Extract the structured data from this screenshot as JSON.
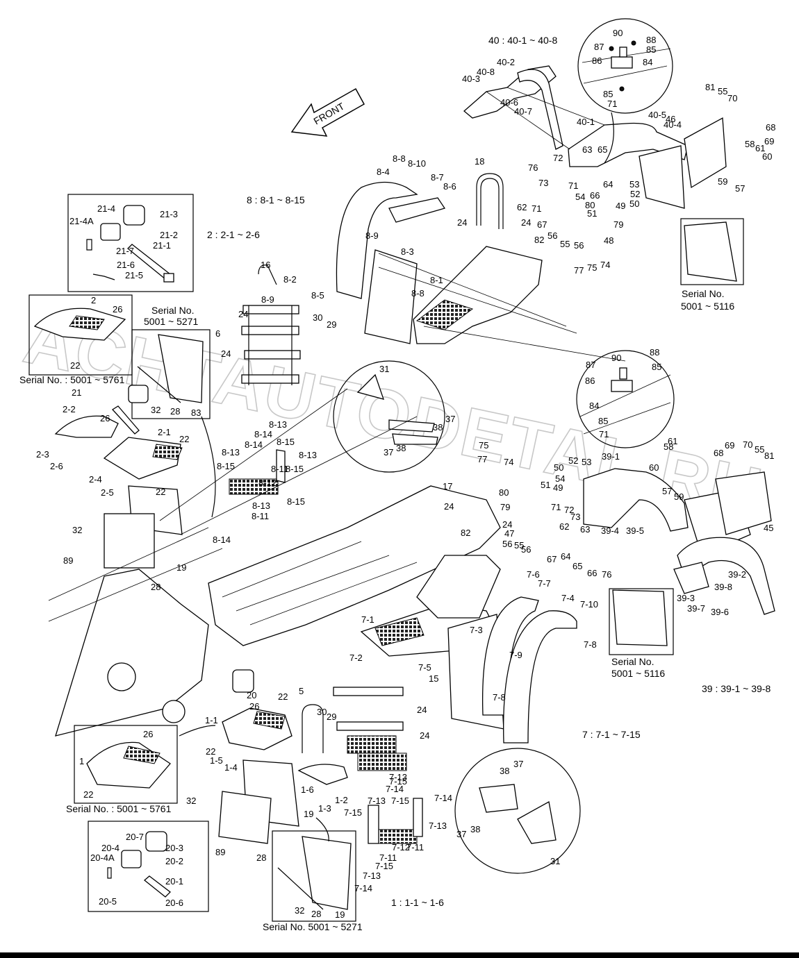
{
  "header": {
    "group_40": "40 : 40-1 ~ 40-8",
    "group_8": "8 : 8-1 ~ 8-15",
    "group_2": "2 : 2-1 ~ 2-6",
    "group_39": "39 : 39-1 ~ 39-8",
    "group_7": "7 : 7-1 ~ 7-15",
    "group_1": "1 : 1-1 ~ 1-6",
    "direction": "FRONT"
  },
  "notes": {
    "serial_a": "Serial No.",
    "serial_a_range": "5001 ~ 5271",
    "serial_b": "Serial No. : 5001 ~ 5761",
    "serial_c": "Serial No.",
    "serial_c_range": "5001 ~ 5116",
    "serial_d": "Serial No.",
    "serial_d_range": "5001 ~ 5116",
    "serial_e": "Serial No. : 5001 ~ 5761",
    "serial_f": "Serial No. 5001 ~ 5271"
  },
  "watermark": "ACHTAUTODETAL.RU",
  "callouts": [
    {
      "t": "90"
    },
    {
      "t": "88"
    },
    {
      "t": "87"
    },
    {
      "t": "85"
    },
    {
      "t": "86"
    },
    {
      "t": "84"
    },
    {
      "t": "85"
    },
    {
      "t": "71"
    },
    {
      "t": "40-2"
    },
    {
      "t": "40-8"
    },
    {
      "t": "40-3"
    },
    {
      "t": "40-6"
    },
    {
      "t": "40-7"
    },
    {
      "t": "40-1"
    },
    {
      "t": "40-5"
    },
    {
      "t": "40-4"
    },
    {
      "t": "81"
    },
    {
      "t": "55"
    },
    {
      "t": "70"
    },
    {
      "t": "46"
    },
    {
      "t": "68"
    },
    {
      "t": "58"
    },
    {
      "t": "69"
    },
    {
      "t": "61"
    },
    {
      "t": "60"
    },
    {
      "t": "59"
    },
    {
      "t": "57"
    },
    {
      "t": "63"
    },
    {
      "t": "65"
    },
    {
      "t": "66"
    },
    {
      "t": "76"
    },
    {
      "t": "72"
    },
    {
      "t": "73"
    },
    {
      "t": "71"
    },
    {
      "t": "64"
    },
    {
      "t": "53"
    },
    {
      "t": "52"
    },
    {
      "t": "49"
    },
    {
      "t": "50"
    },
    {
      "t": "62"
    },
    {
      "t": "71"
    },
    {
      "t": "54"
    },
    {
      "t": "80"
    },
    {
      "t": "51"
    },
    {
      "t": "67"
    },
    {
      "t": "56"
    },
    {
      "t": "55"
    },
    {
      "t": "56"
    },
    {
      "t": "79"
    },
    {
      "t": "48"
    },
    {
      "t": "82"
    },
    {
      "t": "77"
    },
    {
      "t": "75"
    },
    {
      "t": "74"
    },
    {
      "t": "18"
    },
    {
      "t": "24"
    },
    {
      "t": "24"
    },
    {
      "t": "8-8"
    },
    {
      "t": "8-10"
    },
    {
      "t": "8-4"
    },
    {
      "t": "8-7"
    },
    {
      "t": "8-6"
    },
    {
      "t": "8-9"
    },
    {
      "t": "8-3"
    },
    {
      "t": "8-1"
    },
    {
      "t": "8-8"
    },
    {
      "t": "21-4"
    },
    {
      "t": "21-3"
    },
    {
      "t": "21-4A"
    },
    {
      "t": "21-2"
    },
    {
      "t": "21-7"
    },
    {
      "t": "21-1"
    },
    {
      "t": "21-6"
    },
    {
      "t": "21-5"
    },
    {
      "t": "2"
    },
    {
      "t": "26"
    },
    {
      "t": "22"
    },
    {
      "t": "16"
    },
    {
      "t": "8-2"
    },
    {
      "t": "8-9"
    },
    {
      "t": "8-5"
    },
    {
      "t": "24"
    },
    {
      "t": "6"
    },
    {
      "t": "24"
    },
    {
      "t": "30"
    },
    {
      "t": "29"
    },
    {
      "t": "32"
    },
    {
      "t": "28"
    },
    {
      "t": "83"
    },
    {
      "t": "21"
    },
    {
      "t": "26"
    },
    {
      "t": "2-2"
    },
    {
      "t": "2-3"
    },
    {
      "t": "2-6"
    },
    {
      "t": "2-1"
    },
    {
      "t": "22"
    },
    {
      "t": "2-4"
    },
    {
      "t": "2-5"
    },
    {
      "t": "22"
    },
    {
      "t": "32"
    },
    {
      "t": "89"
    },
    {
      "t": "19"
    },
    {
      "t": "28"
    },
    {
      "t": "8-13"
    },
    {
      "t": "8-14"
    },
    {
      "t": "8-15"
    },
    {
      "t": "8-13"
    },
    {
      "t": "8-15"
    },
    {
      "t": "8-14"
    },
    {
      "t": "8-13"
    },
    {
      "t": "8-11"
    },
    {
      "t": "8-12"
    },
    {
      "t": "8-15"
    },
    {
      "t": "8-11"
    },
    {
      "t": "8-15"
    },
    {
      "t": "8-13"
    },
    {
      "t": "8-14"
    },
    {
      "t": "31"
    },
    {
      "t": "37"
    },
    {
      "t": "38"
    },
    {
      "t": "37"
    },
    {
      "t": "38"
    },
    {
      "t": "88"
    },
    {
      "t": "87"
    },
    {
      "t": "90"
    },
    {
      "t": "85"
    },
    {
      "t": "86"
    },
    {
      "t": "84"
    },
    {
      "t": "85"
    },
    {
      "t": "71"
    },
    {
      "t": "61"
    },
    {
      "t": "58"
    },
    {
      "t": "60"
    },
    {
      "t": "69"
    },
    {
      "t": "70"
    },
    {
      "t": "55"
    },
    {
      "t": "68"
    },
    {
      "t": "81"
    },
    {
      "t": "57"
    },
    {
      "t": "59"
    },
    {
      "t": "45"
    },
    {
      "t": "39-1"
    },
    {
      "t": "39-4"
    },
    {
      "t": "39-5"
    },
    {
      "t": "39-2"
    },
    {
      "t": "39-8"
    },
    {
      "t": "39-3"
    },
    {
      "t": "39-7"
    },
    {
      "t": "39-6"
    },
    {
      "t": "75"
    },
    {
      "t": "77"
    },
    {
      "t": "74"
    },
    {
      "t": "17"
    },
    {
      "t": "24"
    },
    {
      "t": "82"
    },
    {
      "t": "24"
    },
    {
      "t": "80"
    },
    {
      "t": "79"
    },
    {
      "t": "50"
    },
    {
      "t": "52"
    },
    {
      "t": "53"
    },
    {
      "t": "49"
    },
    {
      "t": "51"
    },
    {
      "t": "54"
    },
    {
      "t": "71"
    },
    {
      "t": "72"
    },
    {
      "t": "73"
    },
    {
      "t": "47"
    },
    {
      "t": "63"
    },
    {
      "t": "62"
    },
    {
      "t": "56"
    },
    {
      "t": "55"
    },
    {
      "t": "56"
    },
    {
      "t": "67"
    },
    {
      "t": "64"
    },
    {
      "t": "65"
    },
    {
      "t": "66"
    },
    {
      "t": "76"
    },
    {
      "t": "7-6"
    },
    {
      "t": "7-7"
    },
    {
      "t": "7-4"
    },
    {
      "t": "7-10"
    },
    {
      "t": "7-8"
    },
    {
      "t": "7-1"
    },
    {
      "t": "7-3"
    },
    {
      "t": "7-9"
    },
    {
      "t": "7-8"
    },
    {
      "t": "7-2"
    },
    {
      "t": "7-5"
    },
    {
      "t": "15"
    },
    {
      "t": "24"
    },
    {
      "t": "24"
    },
    {
      "t": "5"
    },
    {
      "t": "30"
    },
    {
      "t": "29"
    },
    {
      "t": "20"
    },
    {
      "t": "26"
    },
    {
      "t": "22"
    },
    {
      "t": "1-1"
    },
    {
      "t": "22"
    },
    {
      "t": "1-5"
    },
    {
      "t": "1-4"
    },
    {
      "t": "1"
    },
    {
      "t": "26"
    },
    {
      "t": "22"
    },
    {
      "t": "32"
    },
    {
      "t": "1-6"
    },
    {
      "t": "1-3"
    },
    {
      "t": "1-2"
    },
    {
      "t": "19"
    },
    {
      "t": "89"
    },
    {
      "t": "28"
    },
    {
      "t": "7-13"
    },
    {
      "t": "7-15"
    },
    {
      "t": "7-14"
    },
    {
      "t": "7-13"
    },
    {
      "t": "7-15"
    },
    {
      "t": "7-14"
    },
    {
      "t": "7-13"
    },
    {
      "t": "7-15"
    },
    {
      "t": "7-12"
    },
    {
      "t": "7-11"
    },
    {
      "t": "7-11"
    },
    {
      "t": "7-15"
    },
    {
      "t": "7-13"
    },
    {
      "t": "7-14"
    },
    {
      "t": "38"
    },
    {
      "t": "37"
    },
    {
      "t": "37"
    },
    {
      "t": "38"
    },
    {
      "t": "31"
    },
    {
      "t": "20-7"
    },
    {
      "t": "20-4"
    },
    {
      "t": "20-3"
    },
    {
      "t": "20-4A"
    },
    {
      "t": "20-2"
    },
    {
      "t": "20-1"
    },
    {
      "t": "20-5"
    },
    {
      "t": "20-6"
    },
    {
      "t": "32"
    },
    {
      "t": "28"
    },
    {
      "t": "19"
    }
  ]
}
